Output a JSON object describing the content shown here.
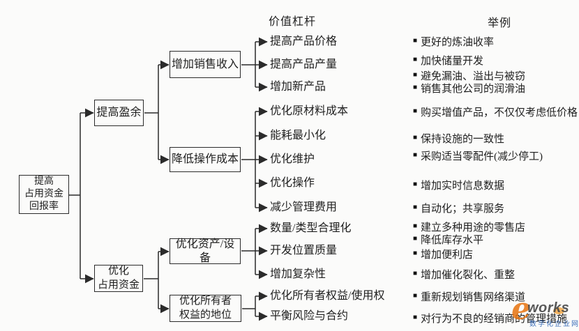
{
  "headers": {
    "value_levers": "价值杠杆",
    "examples": "举例"
  },
  "tree": {
    "root": "提高\n占用资金\n回报率",
    "increase_earnings": "提高盈余",
    "optimize_capital": "优化\n占用资金",
    "increase_sales": "增加销售收入",
    "reduce_operating_cost": "降低操作成本",
    "optimize_assets": "优化资产/设备",
    "optimize_equity": "优化所有者\n权益的地位"
  },
  "levers": [
    "提高产品价格",
    "提高产品产量",
    "增加新产品",
    "优化原材料成本",
    "能耗最小化",
    "优化维护",
    "优化操作",
    "减少管理费用",
    "数量/类型合理化",
    "开发位置质量",
    "增加复杂性",
    "优化所有者权益/使用权",
    "平衡风险与合约"
  ],
  "examples": [
    "更好的炼油收率",
    "加快储量开发",
    "避免漏油、溢出与被窃",
    "销售其他公司的润滑油",
    "购买增值产品，不仅仅考虑低价格",
    "保持设施的一致性",
    "采购适当零配件(减少停工)",
    "增加实时信息数据",
    "自动化；共享服务",
    "建立多种用途的零售店",
    "降低库存水平",
    "增加便利店",
    "增加催化裂化、重整",
    "重新规划销售网络渠道",
    "对行为不良的经销商的管理措施"
  ],
  "bullet": "■",
  "colors": {
    "line": "#2b2b2b",
    "accent_orange": "#e8730f",
    "watermark_gray": "#4b4b4b",
    "watermark_blue": "#2b63b5"
  },
  "watermark": {
    "e": "e",
    "works": "works",
    "subtext": "数字化企业网"
  }
}
